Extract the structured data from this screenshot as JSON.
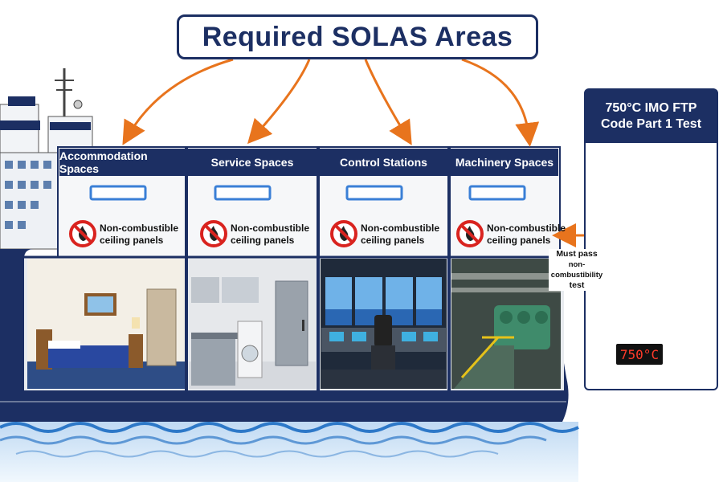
{
  "title": "Required SOLAS Areas",
  "areas": [
    {
      "header": "Accommodation Spaces",
      "panel_label_1": "Non-combustible",
      "panel_label_2": "ceiling panels"
    },
    {
      "header": "Service Spaces",
      "panel_label_1": "Non-combustible",
      "panel_label_2": "ceiling panels"
    },
    {
      "header": "Control Stations",
      "panel_label_1": "Non-combustible",
      "panel_label_2": "ceiling panels"
    },
    {
      "header": "Machinery Spaces",
      "panel_label_1": "Non-combustible",
      "panel_label_2": "ceiling panels"
    }
  ],
  "test": {
    "title_line1": "750°C IMO FTP",
    "title_line2": "Code Part 1 Test",
    "display": "750°C",
    "note_line1": "Must pass",
    "note_line2": "non-combustibility",
    "note_line3": "test"
  },
  "colors": {
    "navy": "#1c2f63",
    "arrow_orange": "#e8741d",
    "no_symbol_red": "#d9231f",
    "fire_orange": "#ff7a1a",
    "water_blue": "#2d78c8"
  },
  "icons": [
    "no-fire-icon",
    "ceiling-light-icon",
    "furnace-icon",
    "arrow-icon"
  ]
}
